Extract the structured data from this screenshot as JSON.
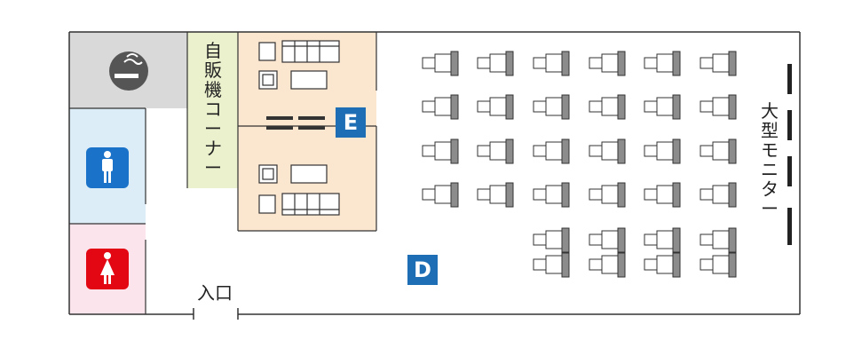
{
  "labels": {
    "vending_corner": [
      "自",
      "販",
      "機",
      "コ",
      "ー",
      "ナ",
      "ー"
    ],
    "large_monitor": [
      "大",
      "型",
      "モ",
      "ニ",
      "タ",
      "ー"
    ],
    "entrance": "入口",
    "zone_e": "E",
    "zone_d": "D"
  },
  "icons": {
    "smoking": "smoking-icon",
    "men_restroom": "men-restroom-icon",
    "women_restroom": "women-restroom-icon"
  },
  "colors": {
    "smoking_room": "#d9d9d9",
    "men_room": "#dcedf8",
    "women_room": "#fbe4ec",
    "vending_corner": "#eaf1cc",
    "lounge_e": "#fbe6cf",
    "badge_blue": "#1e6eb5",
    "men_icon": "#1a73c8",
    "women_icon": "#e30613",
    "seat_gray": "#8c8c8c"
  }
}
